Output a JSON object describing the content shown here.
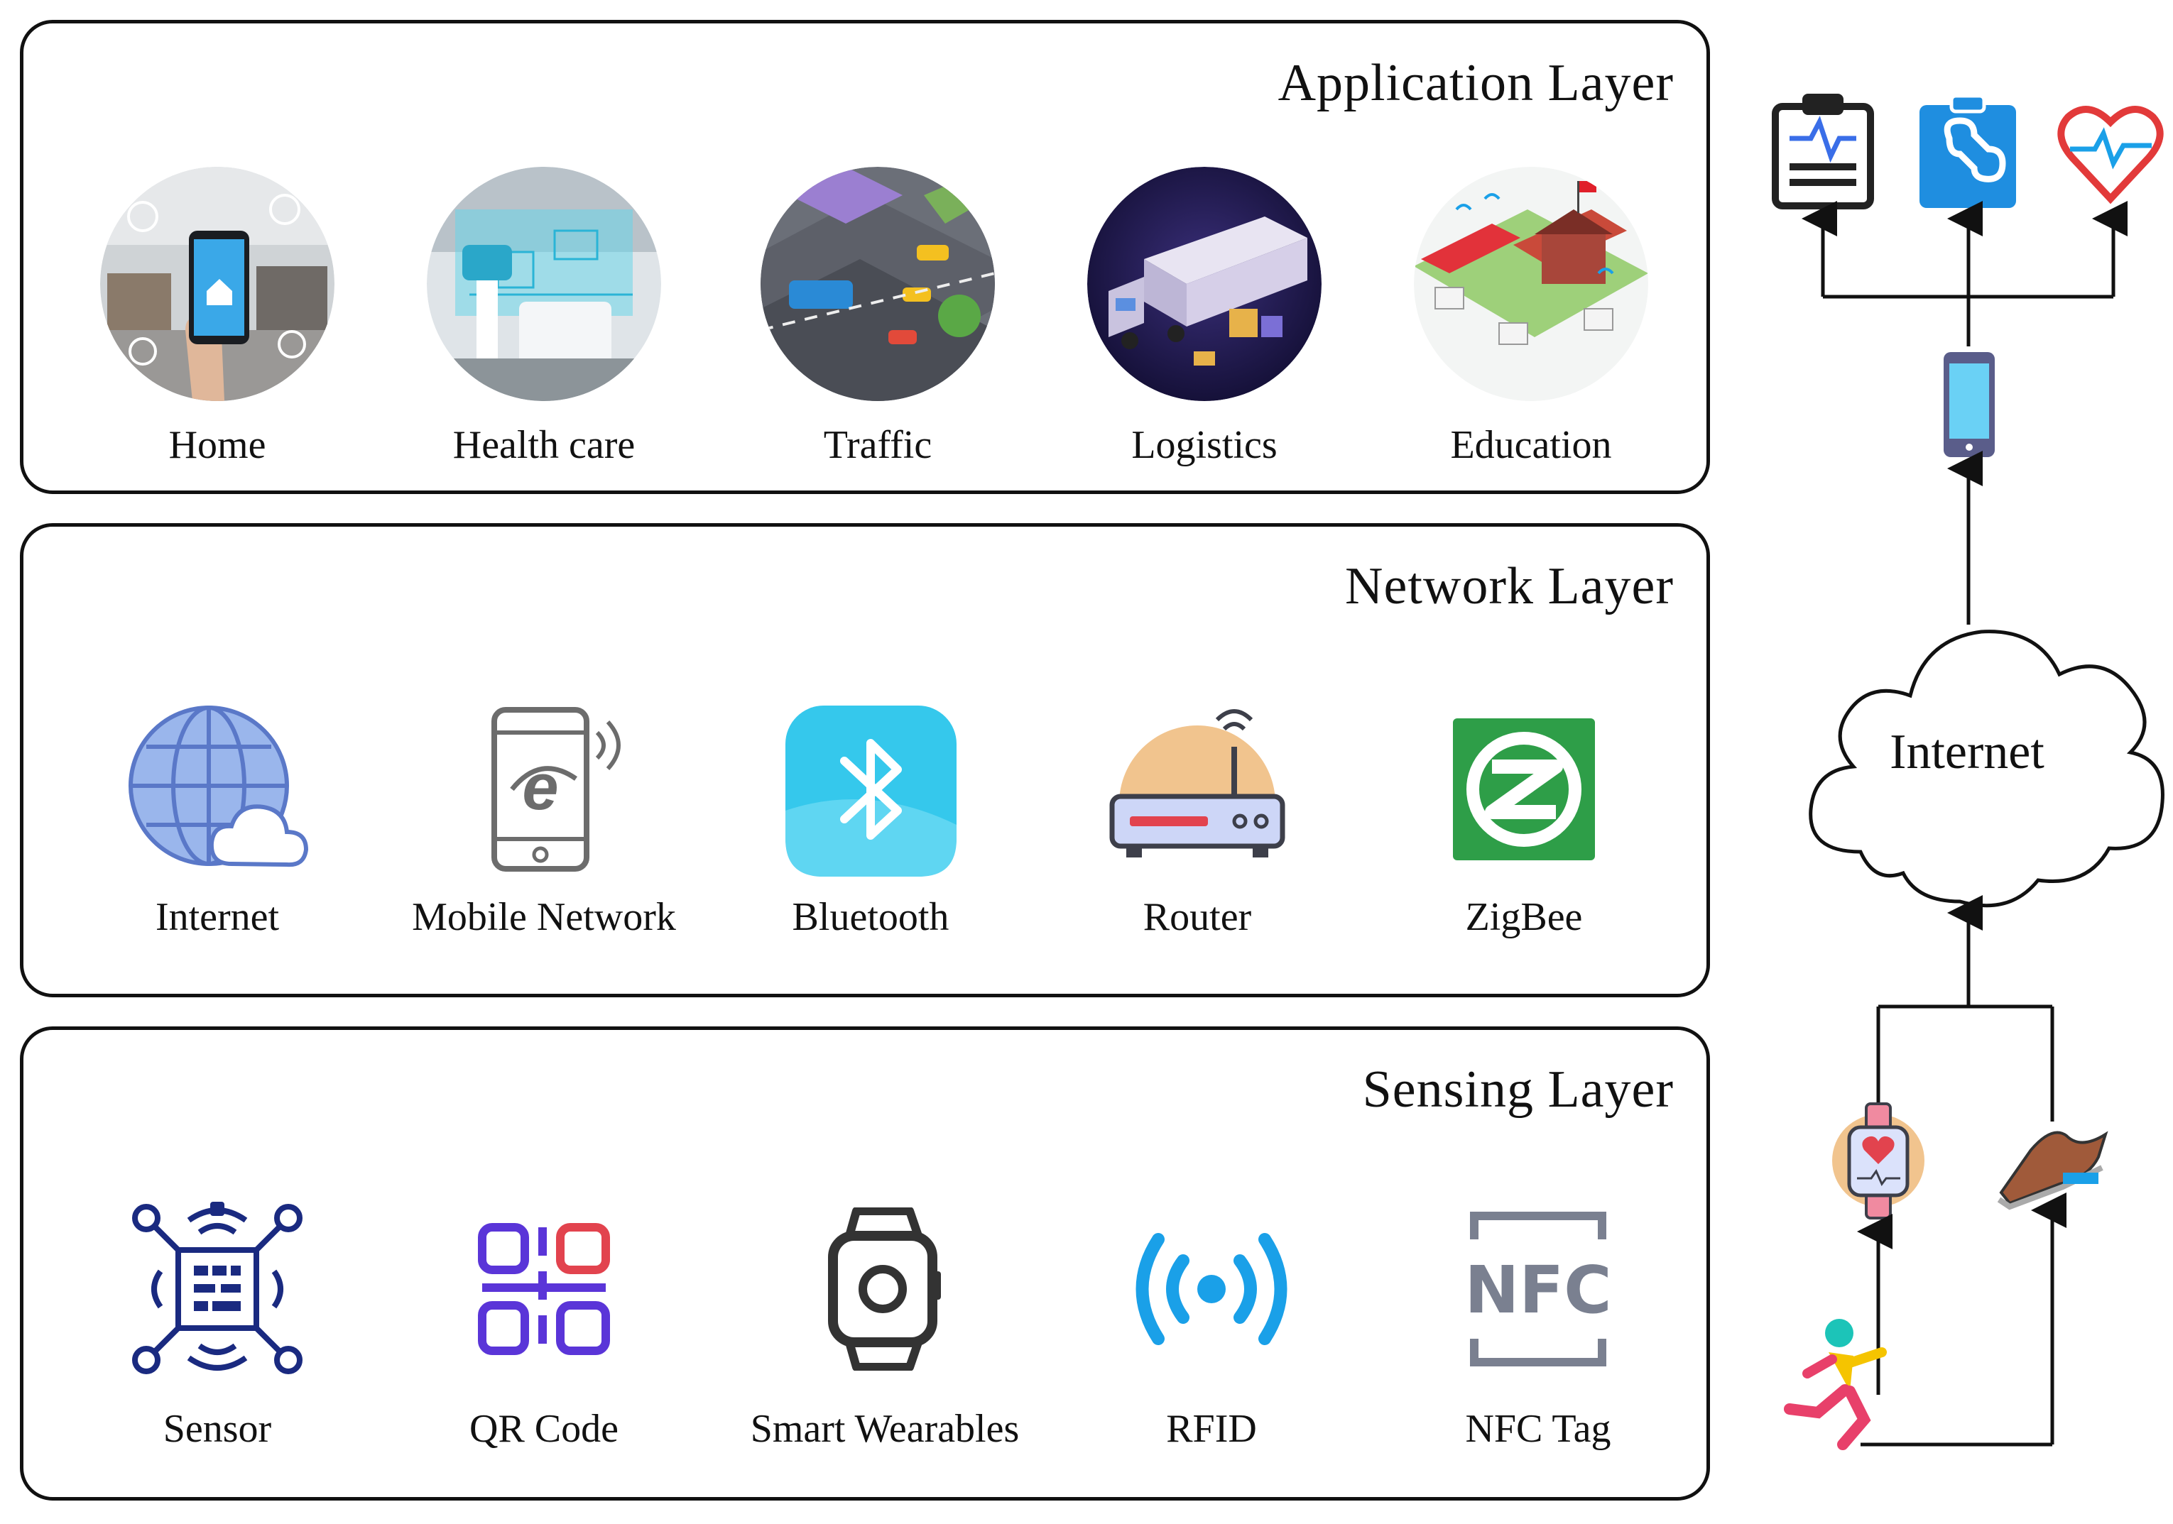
{
  "application_layer": {
    "title": "Application  Layer",
    "items": [
      {
        "label": "Home",
        "icon": "smart-home-photo"
      },
      {
        "label": "Health care",
        "icon": "health-care-photo"
      },
      {
        "label": "Traffic",
        "icon": "traffic-city-photo"
      },
      {
        "label": "Logistics",
        "icon": "logistics-truck-photo"
      },
      {
        "label": "Education",
        "icon": "campus-education-photo"
      }
    ]
  },
  "network_layer": {
    "title": "Network  Layer",
    "items": [
      {
        "label": "Internet",
        "icon": "globe-cloud-icon"
      },
      {
        "label": "Mobile Network",
        "icon": "mobile-browser-icon"
      },
      {
        "label": "Bluetooth",
        "icon": "bluetooth-icon"
      },
      {
        "label": "Router",
        "icon": "router-icon"
      },
      {
        "label": "ZigBee",
        "icon": "zigbee-icon"
      }
    ]
  },
  "sensing_layer": {
    "title": "Sensing  Layer",
    "items": [
      {
        "label": "Sensor",
        "icon": "sensor-chip-icon"
      },
      {
        "label": "QR  Code",
        "icon": "qr-code-icon"
      },
      {
        "label": "Smart  Wearables",
        "icon": "smartwatch-icon"
      },
      {
        "label": "RFID",
        "icon": "rfid-signal-icon"
      },
      {
        "label": "NFC Tag",
        "icon": "nfc-tag-icon"
      }
    ]
  },
  "flow": {
    "cloud_label": "Internet",
    "top_icons": [
      "clipboard-report-icon",
      "medical-record-icon",
      "heart-rate-icon"
    ],
    "middle_icon": "smartphone-icon",
    "bottom_icons": [
      "smartwatch-heart-icon",
      "smart-shoe-icon",
      "runner-icon"
    ]
  },
  "colors": {
    "border": "#111111",
    "wear_blue": "#1a2a80",
    "qr_purple": "#5a35d8",
    "rfid_blue": "#1aa0e8",
    "zigbee_green": "#2e9e48",
    "bluetooth_cyan": "#35c8ec"
  }
}
